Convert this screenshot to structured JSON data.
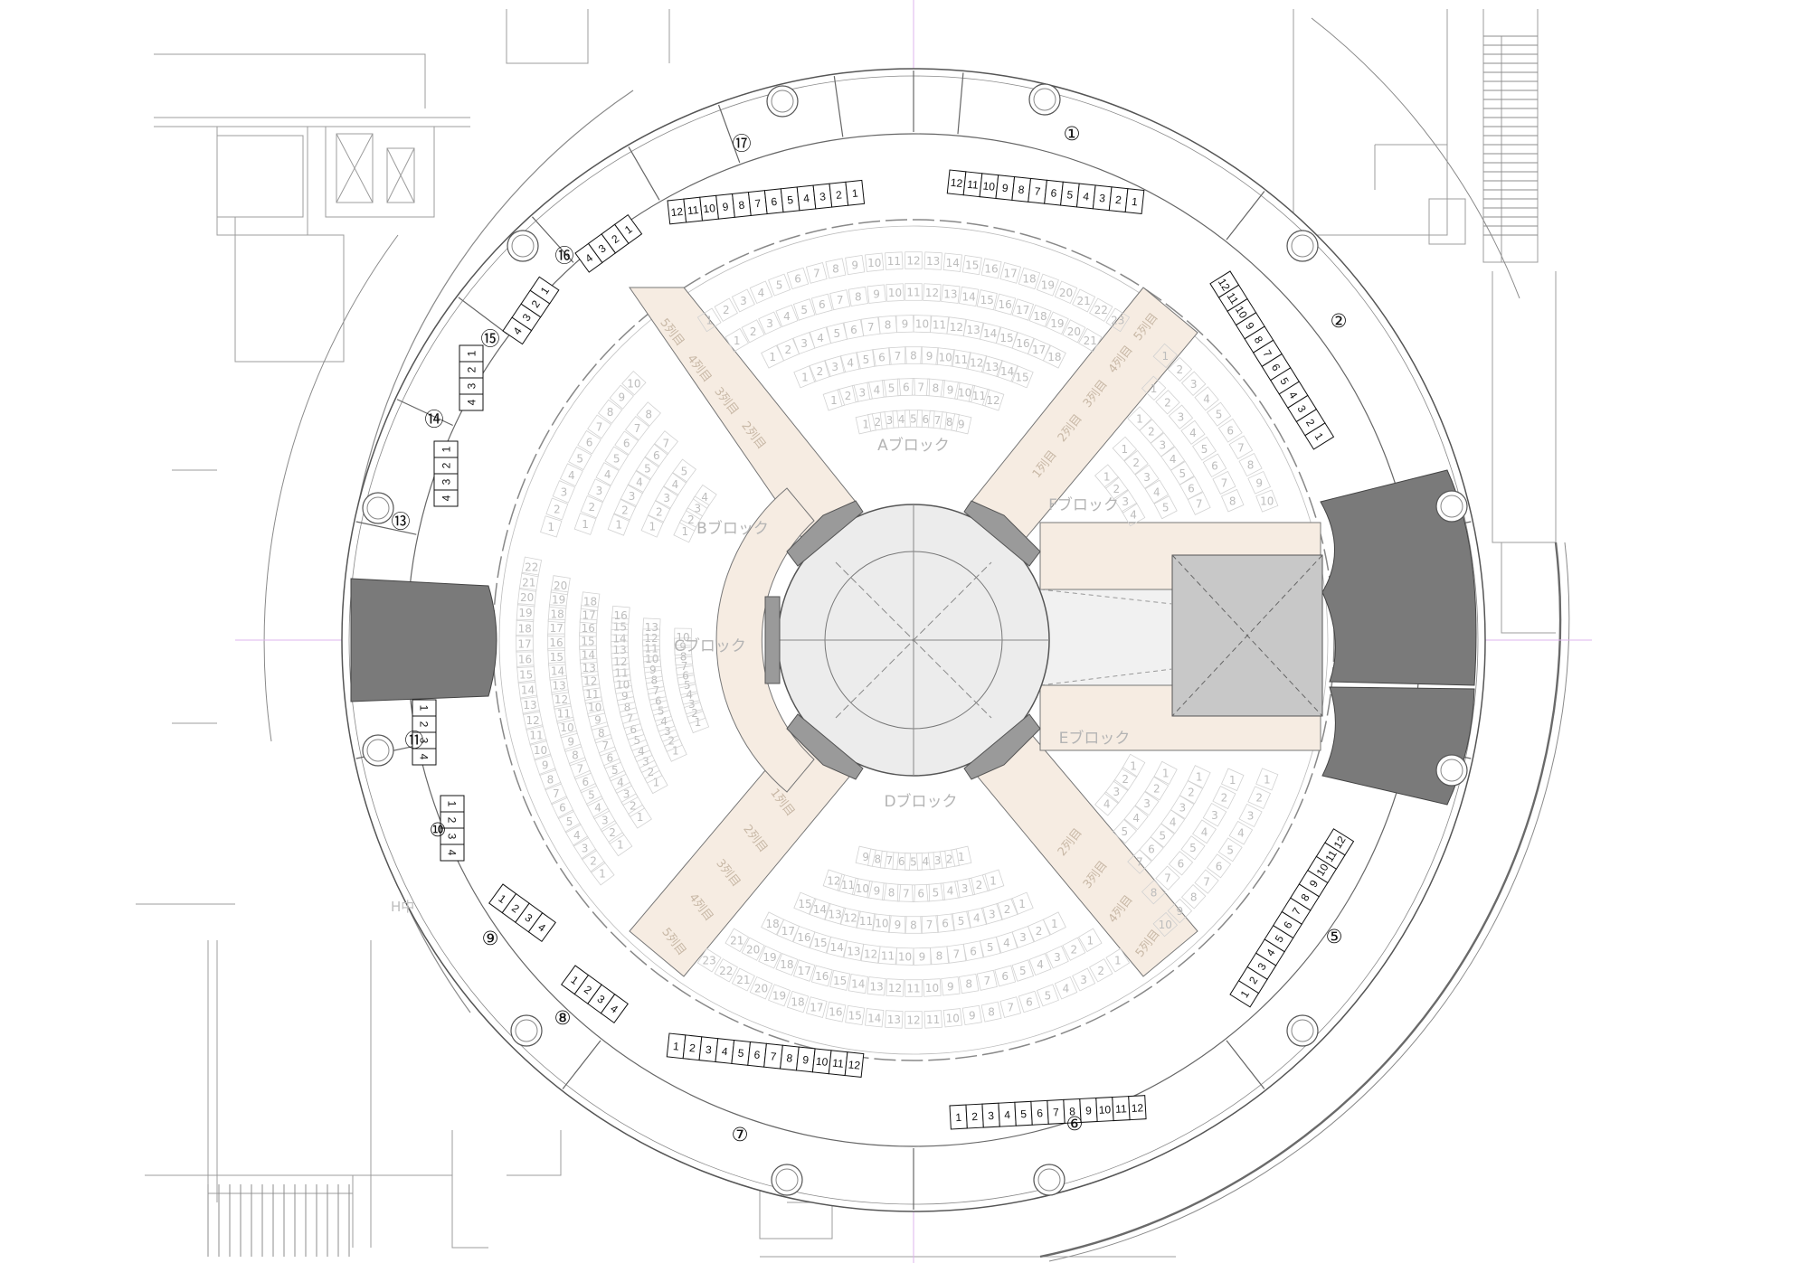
{
  "sections": [
    {
      "id": "s1",
      "label": "①",
      "seats": [
        "12",
        "11",
        "10",
        "9",
        "8",
        "7",
        "6",
        "5",
        "4",
        "3",
        "2",
        "1"
      ]
    },
    {
      "id": "s2",
      "label": "②",
      "seats": [
        "12",
        "11",
        "10",
        "9",
        "8",
        "7",
        "6",
        "5",
        "4",
        "3",
        "2",
        "1"
      ]
    },
    {
      "id": "s5",
      "label": "⑤",
      "seats": [
        "1",
        "2",
        "3",
        "4",
        "5",
        "6",
        "7",
        "8",
        "9",
        "10",
        "11",
        "12"
      ]
    },
    {
      "id": "s6",
      "label": "⑥",
      "seats": [
        "1",
        "2",
        "3",
        "4",
        "5",
        "6",
        "7",
        "8",
        "9",
        "10",
        "11",
        "12"
      ]
    },
    {
      "id": "s7",
      "label": "⑦",
      "seats": [
        "1",
        "2",
        "3",
        "4",
        "5",
        "6",
        "7",
        "8",
        "9",
        "10",
        "11",
        "12"
      ]
    },
    {
      "id": "s8",
      "label": "⑧",
      "seats": [
        "1",
        "2",
        "3",
        "4"
      ]
    },
    {
      "id": "s9",
      "label": "⑨",
      "seats": [
        "1",
        "2",
        "3",
        "4"
      ]
    },
    {
      "id": "s10",
      "label": "⑩",
      "seats": [
        "1",
        "2",
        "3",
        "4"
      ]
    },
    {
      "id": "s11",
      "label": "⑪",
      "seats": [
        "1",
        "2",
        "3",
        "4"
      ]
    },
    {
      "id": "s13",
      "label": "⑬",
      "seats": [
        "4",
        "3",
        "2",
        "1"
      ]
    },
    {
      "id": "s14",
      "label": "⑭",
      "seats": [
        "4",
        "3",
        "2",
        "1"
      ]
    },
    {
      "id": "s15",
      "label": "⑮",
      "seats": [
        "4",
        "3",
        "2",
        "1"
      ]
    },
    {
      "id": "s16",
      "label": "⑯",
      "seats": [
        "4",
        "3",
        "2",
        "1"
      ]
    },
    {
      "id": "s17",
      "label": "⑰",
      "seats": [
        "12",
        "11",
        "10",
        "9",
        "8",
        "7",
        "6",
        "5",
        "4",
        "3",
        "2",
        "1"
      ]
    }
  ],
  "blocks": {
    "a": "Aブロック",
    "b": "Bブロック",
    "c": "Cブロック",
    "d": "Dブロック",
    "e": "Eブロック",
    "f": "Fブロック"
  },
  "rows": {
    "r1": "1列目",
    "r2": "2列目",
    "r3": "3列目",
    "r4": "4列目",
    "r5": "5列目"
  },
  "corridor_label": "H中",
  "colors": {
    "aisle": "#f6ece2",
    "dark_area": "#7a7a7a",
    "stage": "#ececec",
    "runway": "#f1f1f1",
    "backstage_box": "#c8c8c8",
    "axis": "#d9a6e6"
  }
}
